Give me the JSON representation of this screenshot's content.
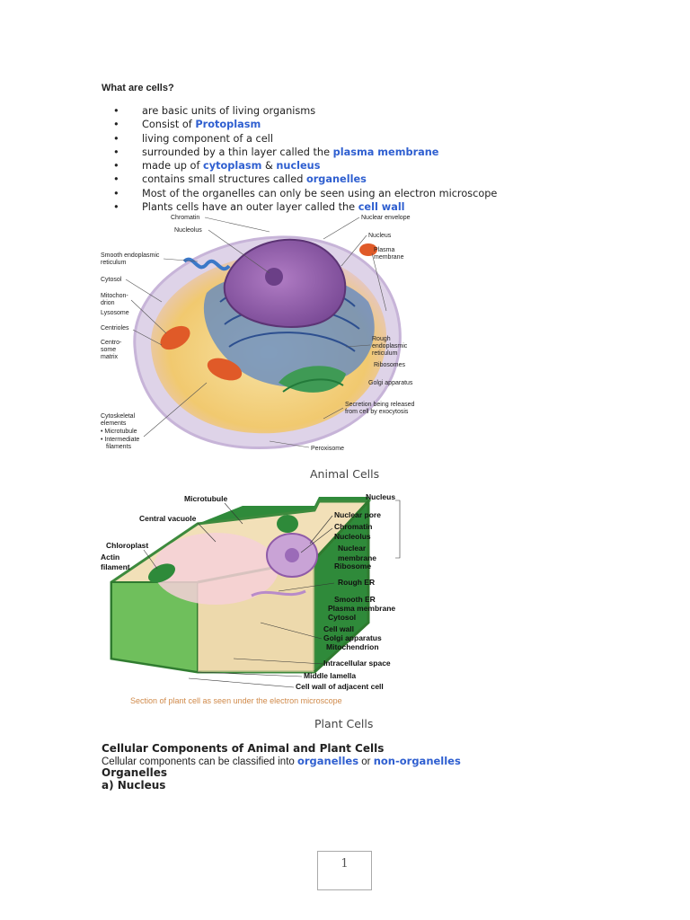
{
  "heading": "What are cells?",
  "bullets": [
    {
      "parts": [
        {
          "t": "are basic units of living organisms"
        }
      ]
    },
    {
      "parts": [
        {
          "t": "Consist of "
        },
        {
          "t": "Protoplasm",
          "hl": true
        }
      ]
    },
    {
      "parts": [
        {
          "t": "living component of a cell"
        }
      ]
    },
    {
      "parts": [
        {
          "t": "surrounded by a thin layer called the "
        },
        {
          "t": "plasma membrane",
          "hl": true
        }
      ]
    },
    {
      "parts": [
        {
          "t": "made up of "
        },
        {
          "t": "cytoplasm",
          "hl": true
        },
        {
          "t": " & "
        },
        {
          "t": "nucleus",
          "hl": true
        }
      ]
    },
    {
      "parts": [
        {
          "t": "contains small structures called "
        },
        {
          "t": "organelles",
          "hl": true
        }
      ]
    },
    {
      "parts": [
        {
          "t": "Most of the organelles can only be seen using an electron microscope"
        }
      ]
    },
    {
      "parts": [
        {
          "t": "Plants cells have an outer layer called the "
        },
        {
          "t": "cell wall",
          "hl": true
        }
      ]
    }
  ],
  "animal_figure": {
    "caption": "Animal Cells",
    "labels_left": [
      "Chromatin",
      "Nucleolus",
      "Smooth endoplasmic reticulum",
      "Cytosol",
      "Mitochon-drion",
      "Lysosome",
      "Centrioles",
      "Centro-some matrix",
      "Cytoskeletal elements",
      "• Microtubule",
      "• Intermediate filaments"
    ],
    "labels_right": [
      "Nuclear envelope",
      "Nucleus",
      "Plasma membrane",
      "Rough endoplasmic reticulum",
      "Ribosomes",
      "Golgi apparatus",
      "Secretion being released from cell by exocytosis",
      "Peroxisome"
    ]
  },
  "plant_figure": {
    "caption": "Plant Cells",
    "subcaption": "Section of plant cell as seen under the electron microscope",
    "labels": [
      "Microtubule",
      "Central vacuole",
      "Chloroplast",
      "Actin filament",
      "Nucleus",
      "Nuclear pore",
      "Chromatin",
      "Nucleolus",
      "Nuclear membrane",
      "Ribosome",
      "Rough ER",
      "Smooth ER",
      "Plasma membrane",
      "Cytosol",
      "Cell wall",
      "Golgi apparatus",
      "Mitochendrion",
      "Intracellular space",
      "Middle lamella",
      "Cell wall of adjacent cell"
    ]
  },
  "section": {
    "title": "Cellular Components of Animal and Plant Cells",
    "line_pre": "Cellular components can be classified into ",
    "hl1": "organelles",
    "mid": " or ",
    "hl2": "non-organelles",
    "sub1": "Organelles",
    "sub2": "a) Nucleus"
  },
  "page_number": "1",
  "colors": {
    "highlight": "#2f5fd0"
  }
}
